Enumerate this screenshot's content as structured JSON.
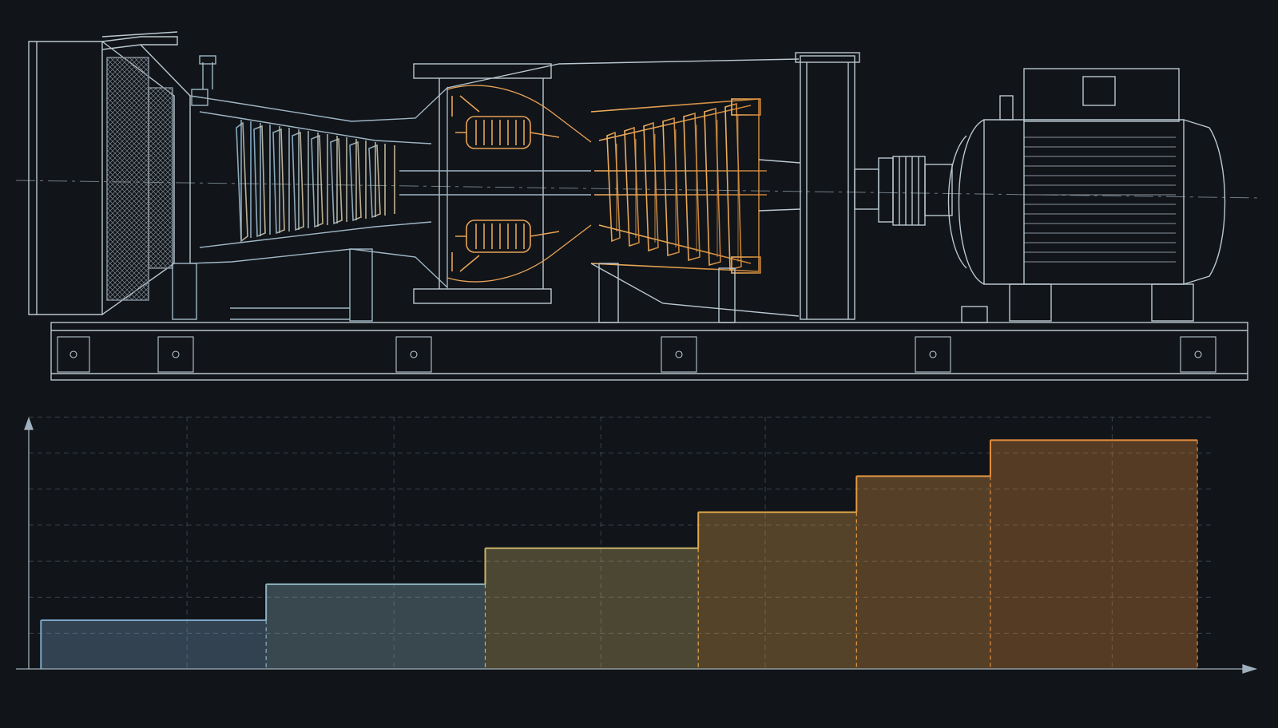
{
  "colors": {
    "background": "#111418",
    "line": "#b9c7d0",
    "line_dim": "#6f7c86",
    "compressor": "#8fb8d6",
    "turbine": "#e6a258",
    "grid": "#3a434b"
  },
  "diagram": {
    "sections": [
      {
        "name": "air-intake-filter",
        "color": "line"
      },
      {
        "name": "compressor",
        "color": "compressor"
      },
      {
        "name": "combustion-chamber",
        "color": "turbine"
      },
      {
        "name": "turbine",
        "color": "turbine"
      },
      {
        "name": "exhaust-collector",
        "color": "line"
      },
      {
        "name": "coupling",
        "color": "line"
      },
      {
        "name": "generator",
        "color": "line"
      }
    ]
  },
  "chart_data": {
    "type": "area",
    "title": "",
    "xlabel": "",
    "ylabel": "",
    "step": true,
    "grid": true,
    "ylim": [
      0,
      7
    ],
    "xlim": [
      0,
      10
    ],
    "steps": [
      {
        "x_start": 0.1,
        "x_end": 1.95,
        "value": 1.35
      },
      {
        "x_start": 1.95,
        "x_end": 3.75,
        "value": 2.35
      },
      {
        "x_start": 3.75,
        "x_end": 5.5,
        "value": 3.35
      },
      {
        "x_start": 5.5,
        "x_end": 6.8,
        "value": 4.35
      },
      {
        "x_start": 6.8,
        "x_end": 7.9,
        "value": 5.35
      },
      {
        "x_start": 7.9,
        "x_end": 9.6,
        "value": 6.35
      }
    ],
    "step_colors": [
      "#7aa6c8",
      "#8fb3c2",
      "#c9b36a",
      "#e3a84b",
      "#e69a45",
      "#e68e3f"
    ]
  }
}
